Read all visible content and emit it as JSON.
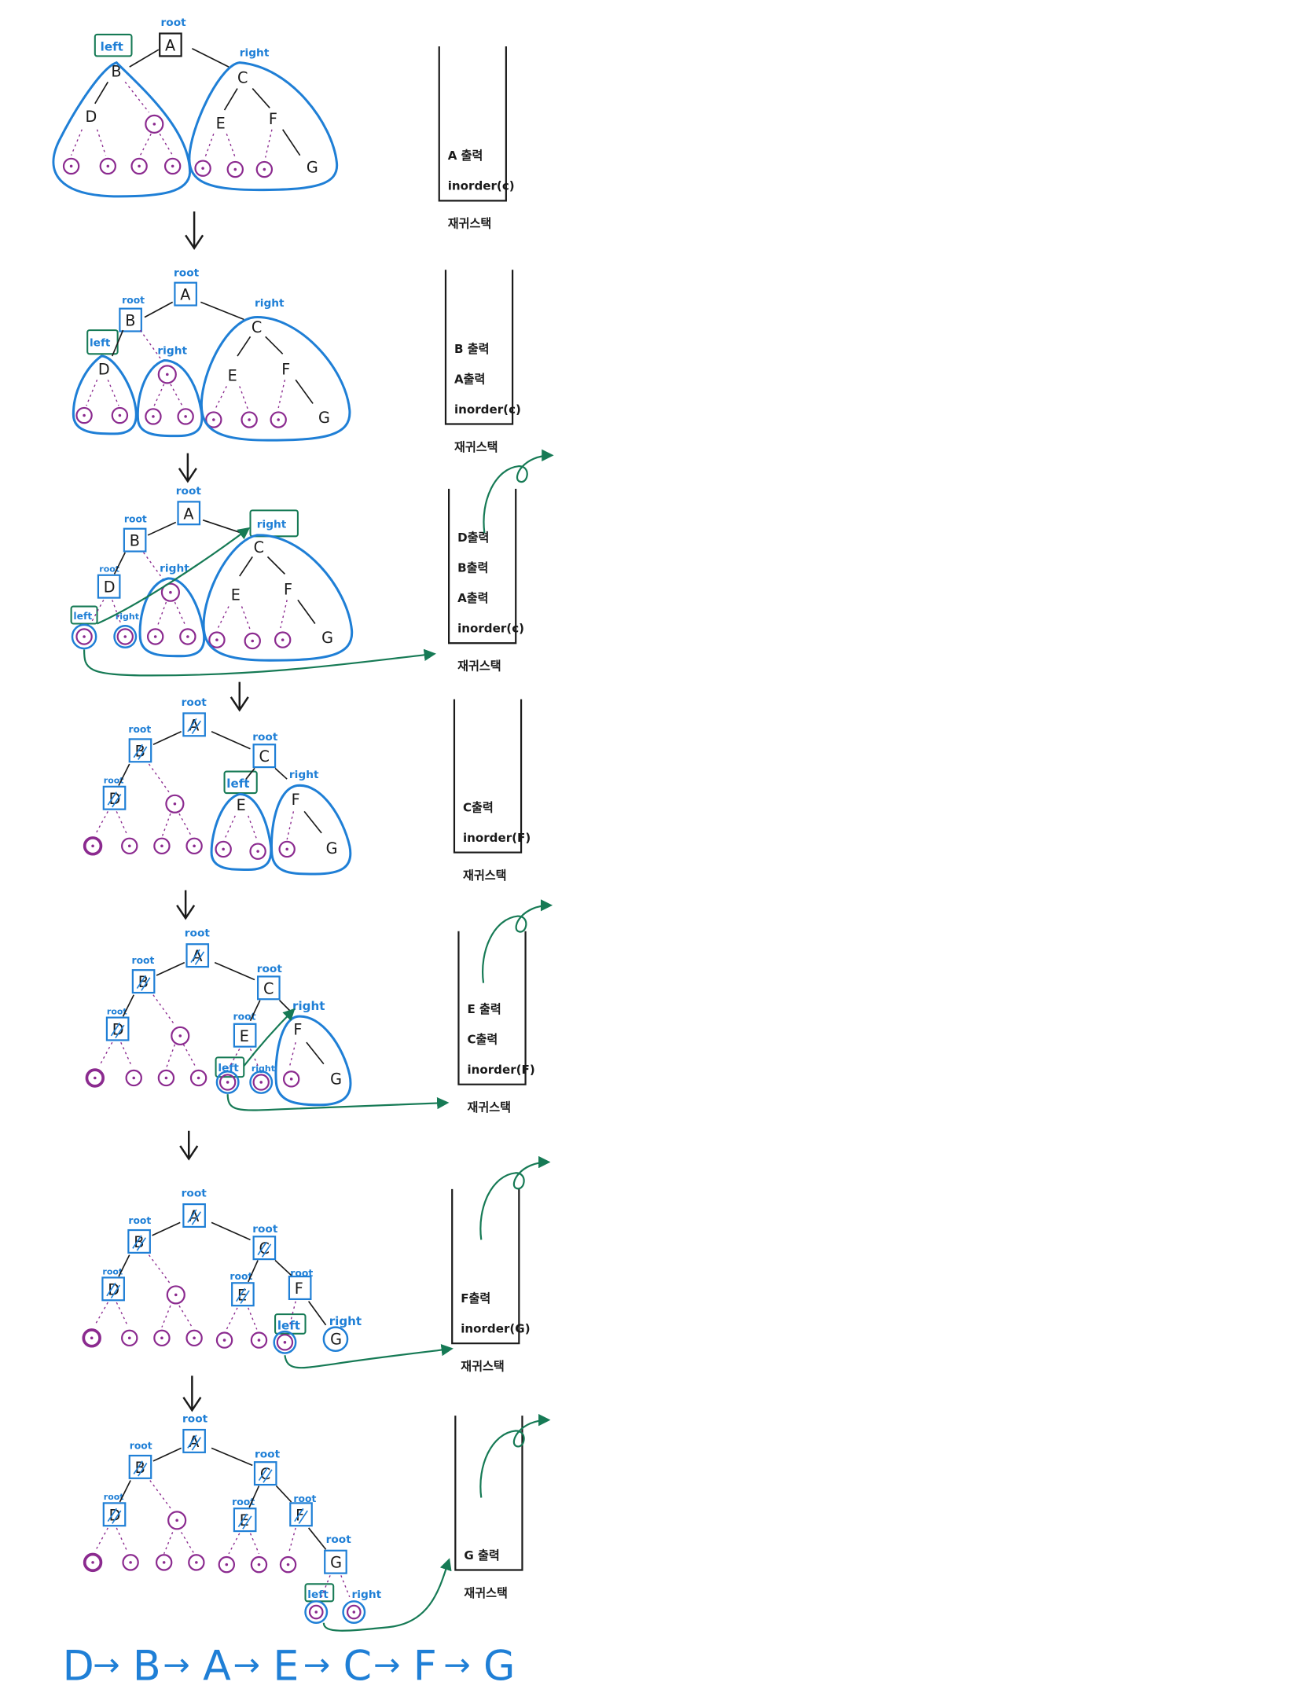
{
  "colors": {
    "ink": "#1a1a1a",
    "blue": "#1f7fd6",
    "green": "#167a55",
    "purple": "#8b2a8f"
  },
  "labels": {
    "root": "root",
    "left": "left",
    "right": "right",
    "stack_caption": "재귀스택"
  },
  "steps": [
    {
      "stack_items": [
        "A 출력",
        "inorder(c)"
      ]
    },
    {
      "stack_items": [
        "B 출력",
        "A출력",
        "inorder(c)"
      ]
    },
    {
      "stack_items": [
        "D출력",
        "B출력",
        "A출력",
        "inorder(c)"
      ]
    },
    {
      "stack_items": [
        "C출력",
        "inorder(F)"
      ]
    },
    {
      "stack_items": [
        "E 출력",
        "C출력",
        "inorder(F)"
      ]
    },
    {
      "stack_items": [
        "F출력",
        "inorder(G)"
      ]
    },
    {
      "stack_items": [
        "G 출력"
      ]
    }
  ],
  "result": {
    "sequence": [
      "D",
      "B",
      "A",
      "E",
      "C",
      "F",
      "G"
    ],
    "arrow": "→"
  }
}
